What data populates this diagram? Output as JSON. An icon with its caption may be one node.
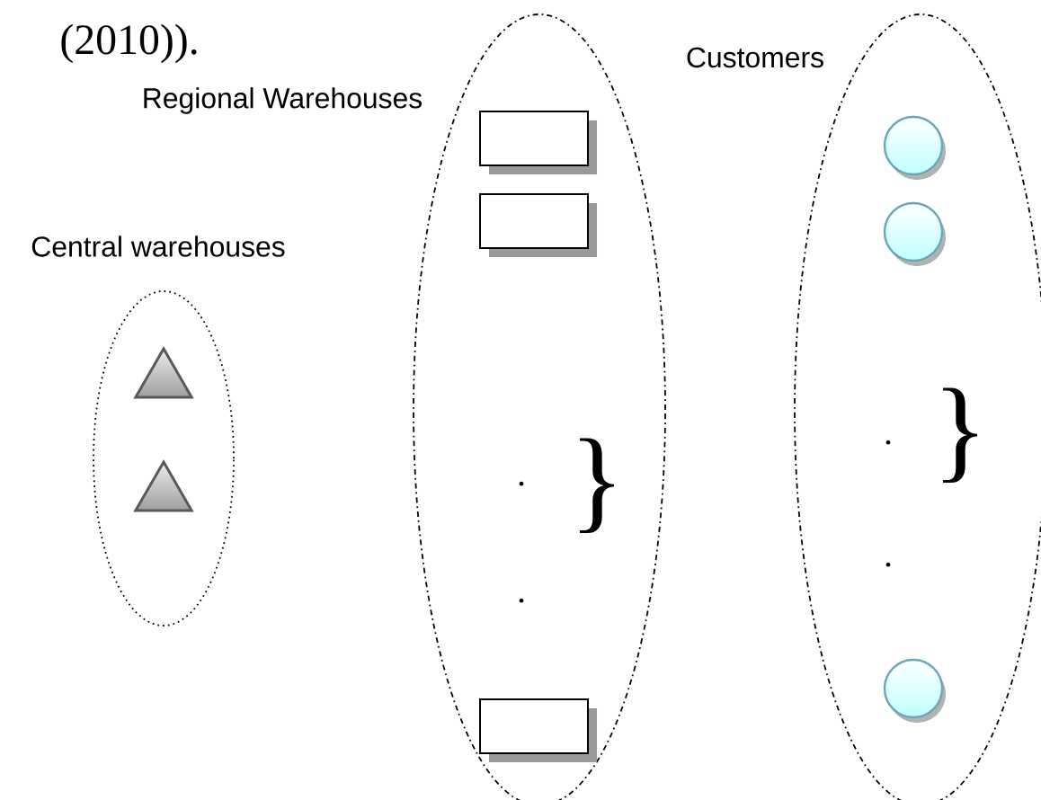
{
  "diagram": {
    "nodes": [
      {
        "text": [
          "Central warehouses"
        ]
      },
      {
        "text": [],
        "shape": "triangle",
        "in": 0
      },
      {
        "text": [],
        "shape": "triangle",
        "in": 0
      },
      {
        "text": [
          "Regional Warehouses"
        ]
      },
      {
        "text": [],
        "shape": "box",
        "in": 3
      },
      {
        "text": [],
        "shape": "box",
        "in": 3
      },
      {
        "text": [],
        "shape": "box",
        "in": 3
      },
      {
        "text": [
          "Customers"
        ]
      },
      {
        "text": [],
        "shape": "circle",
        "in": 7
      },
      {
        "text": [],
        "shape": "circle",
        "in": 7
      },
      {
        "text": [],
        "shape": "circle",
        "in": 7
      }
    ],
    "edges": [],
    "labels": [
      "(2010)).",
      "}",
      "}",
      ".",
      ".",
      ".",
      "."
    ]
  }
}
